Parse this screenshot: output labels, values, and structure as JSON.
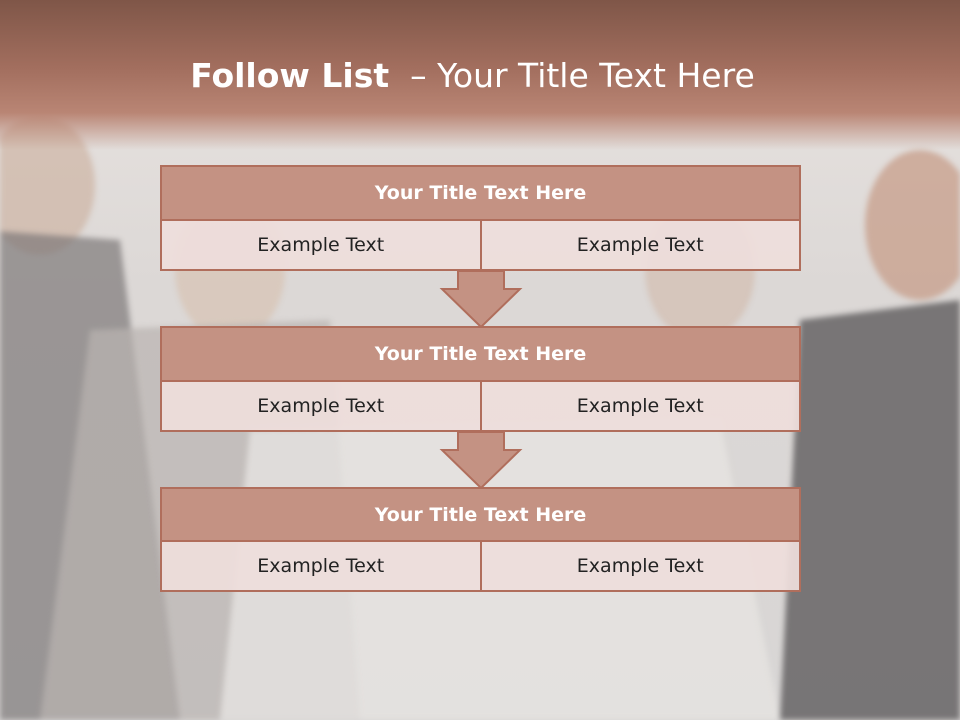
{
  "slide": {
    "title_bold": "Follow List",
    "title_rest": "  – Your Title Text Here"
  },
  "blocks": [
    {
      "title": "Your Title Text Here",
      "left": "Example Text",
      "right": "Example Text"
    },
    {
      "title": "Your Title Text Here",
      "left": "Example Text",
      "right": "Example Text"
    },
    {
      "title": "Your Title Text Here",
      "left": "Example Text",
      "right": "Example Text"
    }
  ],
  "colors": {
    "accent": "#b06e5c",
    "header_fill": "#c49283",
    "cell_fill": "#eedeDB"
  }
}
